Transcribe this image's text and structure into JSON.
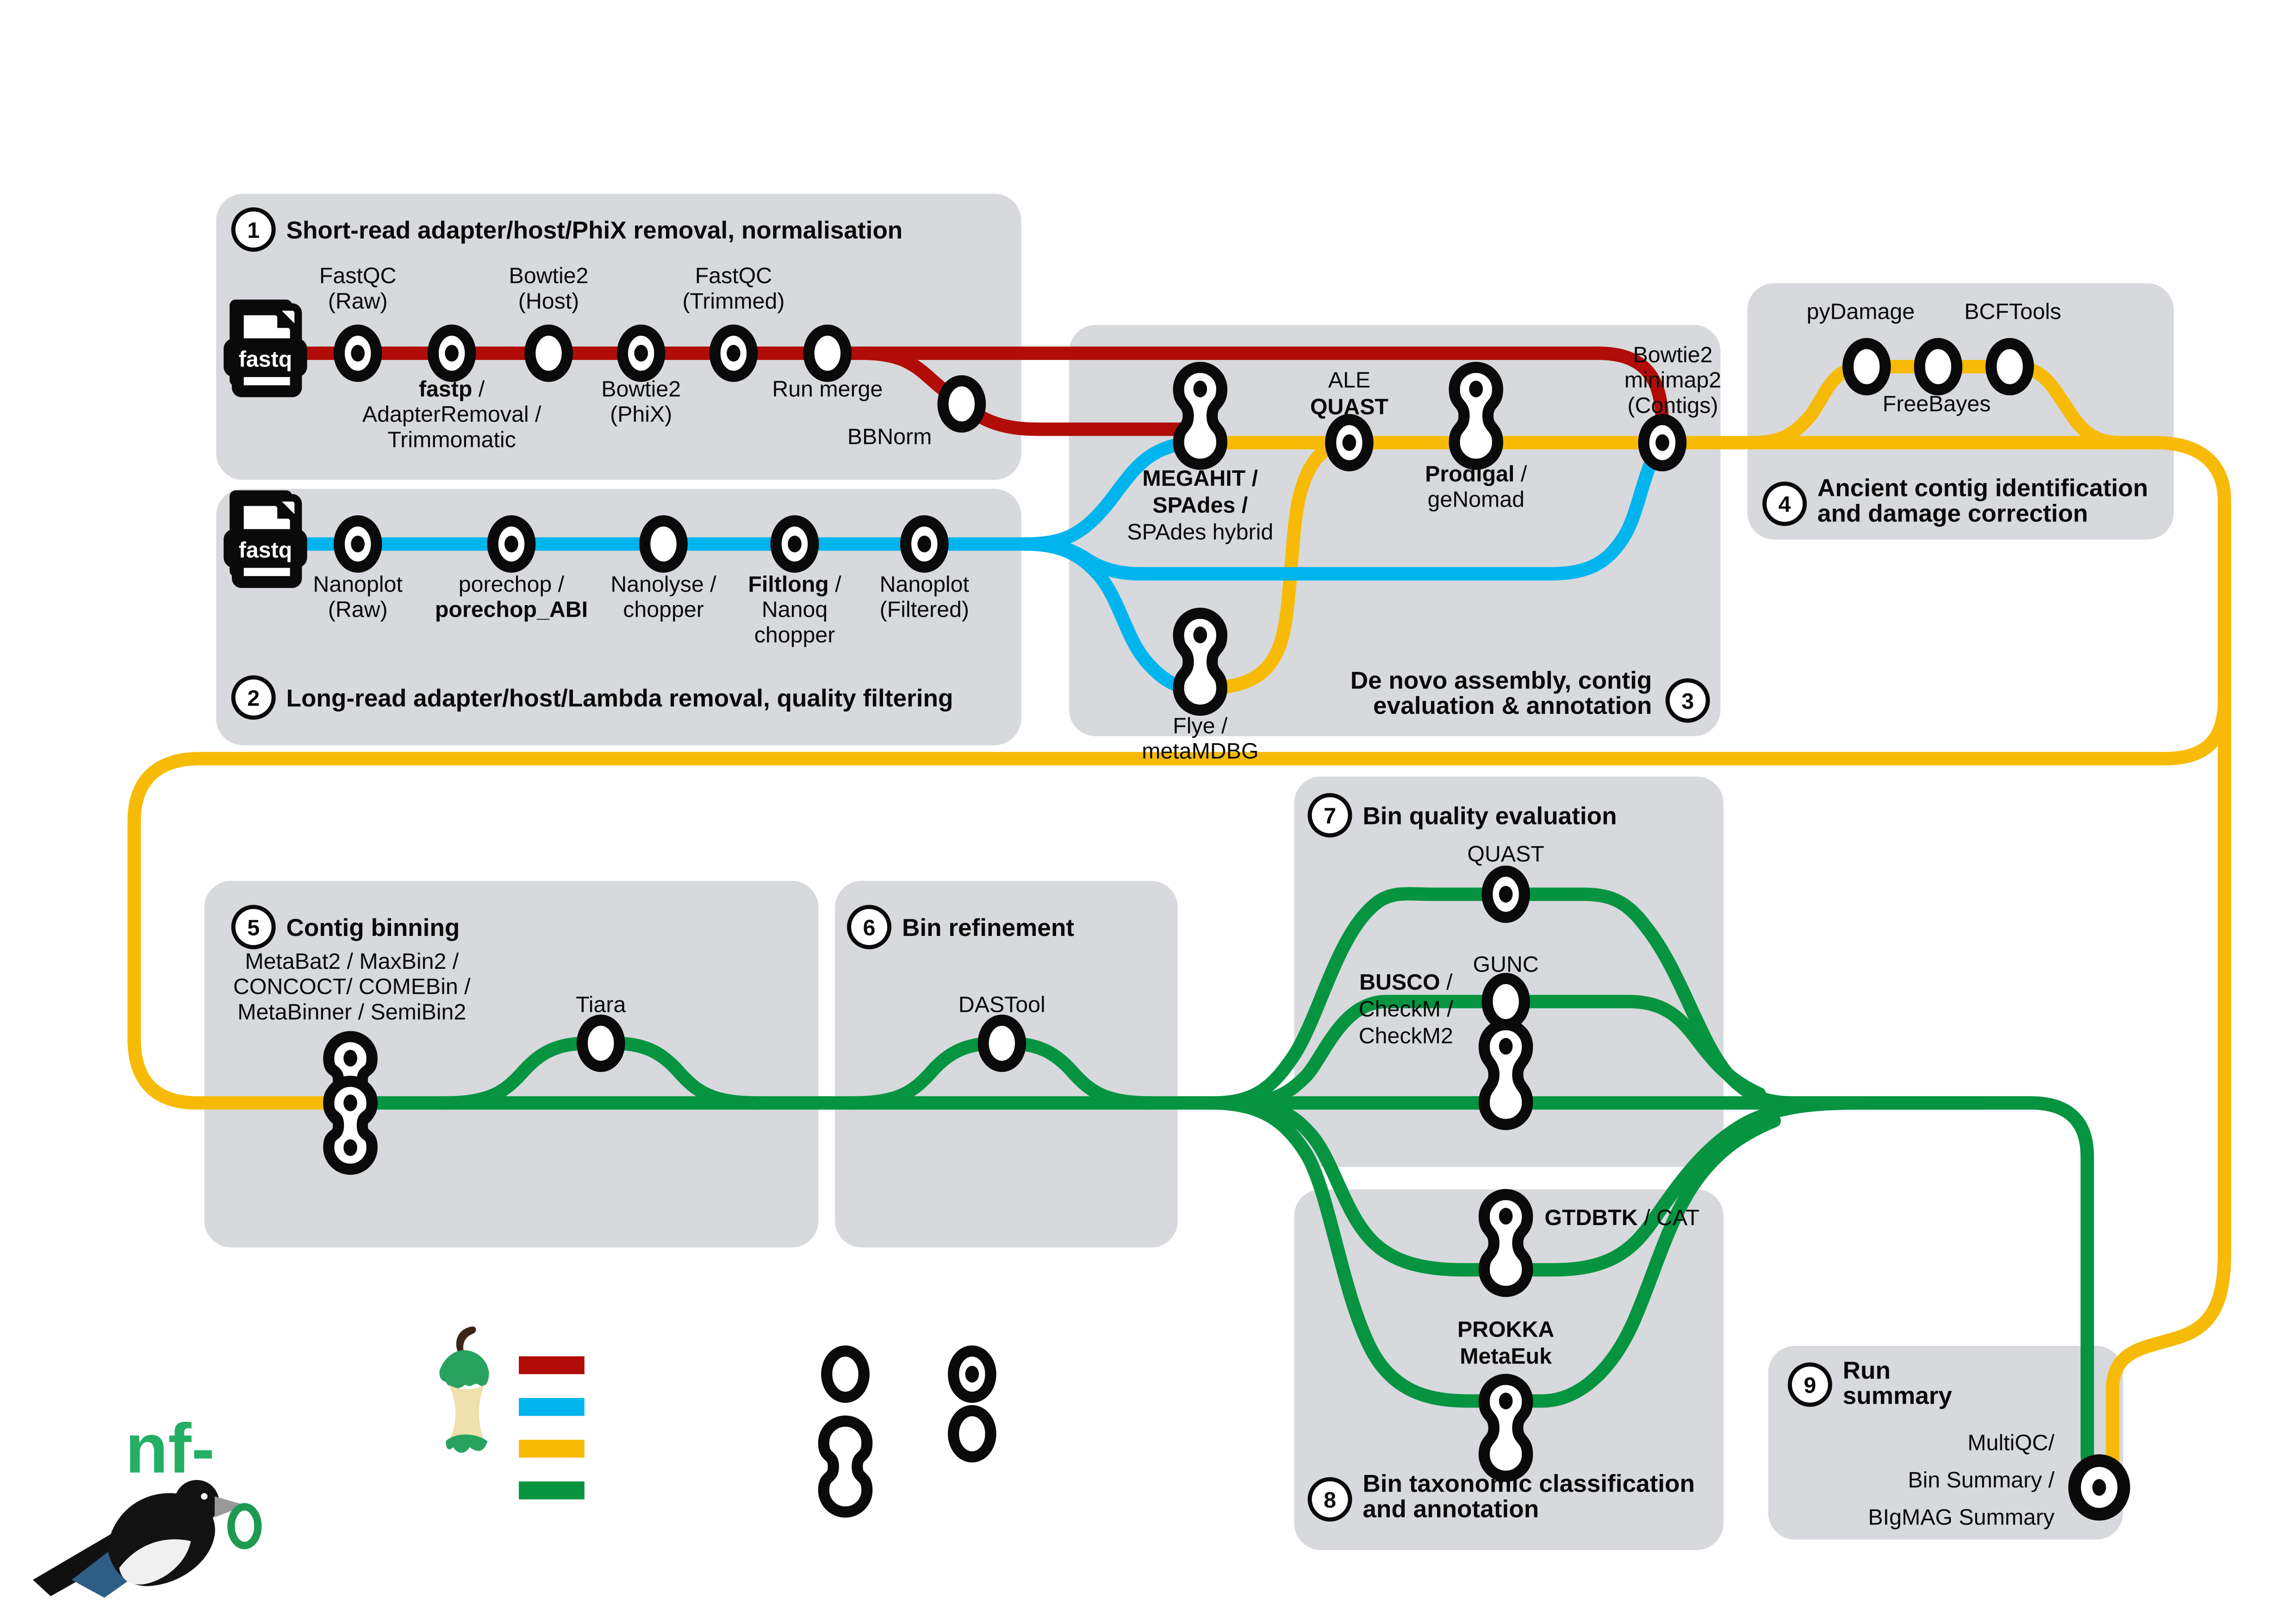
{
  "brand": {
    "logo_text": "nf-"
  },
  "colors": {
    "short_read_line": "#b10c08",
    "long_read_line": "#00b5ee",
    "contig_line": "#f7bb07",
    "bin_line": "#069441",
    "section_box": "#d7d9dc"
  },
  "file_input": {
    "label": "fastq"
  },
  "sections": {
    "s1": {
      "num": "1",
      "title": "Short-read adapter/host/PhiX removal, normalisation"
    },
    "s2": {
      "num": "2",
      "title": "Long-read adapter/host/Lambda removal, quality filtering"
    },
    "s3": {
      "num": "3",
      "title_line1": "De novo assembly, contig",
      "title_line2": "evaluation & annotation"
    },
    "s4": {
      "num": "4",
      "title_line1": "Ancient contig identification",
      "title_line2": "and damage correction"
    },
    "s5": {
      "num": "5",
      "title": "Contig binning"
    },
    "s6": {
      "num": "6",
      "title": "Bin refinement"
    },
    "s7": {
      "num": "7",
      "title": "Bin quality evaluation"
    },
    "s8": {
      "num": "8",
      "title_line1": "Bin taxonomic classification",
      "title_line2": "and annotation"
    },
    "s9": {
      "num": "9",
      "title_line1": "Run",
      "title_line2": "summary"
    }
  },
  "stations": {
    "fastqc_raw": {
      "line1": "FastQC",
      "line2": "(Raw)"
    },
    "fastp": {
      "bold": "fastp",
      "rest": " /",
      "line2": "AdapterRemoval /",
      "line3": "Trimmomatic"
    },
    "bowtie2_host": {
      "line1": "Bowtie2",
      "line2": "(Host)"
    },
    "bowtie2_phix": {
      "line1": "Bowtie2",
      "line2": "(PhiX)"
    },
    "fastqc_trimmed": {
      "line1": "FastQC",
      "line2": "(Trimmed)"
    },
    "run_merge": {
      "line1": "Run merge"
    },
    "bbnorm": {
      "line1": "BBNorm"
    },
    "nanoplot_raw": {
      "line1": "Nanoplot",
      "line2": "(Raw)"
    },
    "porechop": {
      "line1": "porechop /",
      "line2": "porechop_ABI"
    },
    "nanolyse": {
      "line1": "Nanolyse /",
      "line2": "chopper"
    },
    "filtlong": {
      "bold": "Filtlong",
      "rest": " /",
      "line2": "Nanoq",
      "line3": "chopper"
    },
    "nanoplot_filtered": {
      "line1": "Nanoplot",
      "line2": "(Filtered)"
    },
    "megahit_spades": {
      "line1": "MEGAHIT /",
      "line2": "SPAdes /",
      "line3": "SPAdes hybrid"
    },
    "flye_metamdbg": {
      "line1": "Flye /",
      "line2": "metaMDBG"
    },
    "ale_quast": {
      "line1": "ALE",
      "line2": "QUAST"
    },
    "prodigal_genomad": {
      "bold": "Prodigal",
      "rest": " /",
      "line2": "geNomad"
    },
    "bowtie2_contigs": {
      "line1": "Bowtie2",
      "line2": "minimap2",
      "line3": "(Contigs)"
    },
    "pydamage": {
      "line1": "pyDamage"
    },
    "freebayes": {
      "line1": "FreeBayes"
    },
    "bcftools": {
      "line1": "BCFTools"
    },
    "binners": {
      "line1": "MetaBat2 / MaxBin2 /",
      "line2": "CONCOCT/ COMEBin /",
      "line3": "MetaBinner / SemiBin2"
    },
    "tiara": {
      "line1": "Tiara"
    },
    "dastool": {
      "line1": "DASTool"
    },
    "quast": {
      "line1": "QUAST"
    },
    "gunc": {
      "line1": "GUNC"
    },
    "busco_checkm": {
      "bold": "BUSCO",
      "rest": " /",
      "line2": "CheckM /",
      "line3": "CheckM2"
    },
    "gtdbtk_cat": {
      "bold": "GTDBTK",
      "rest": " / CAT"
    },
    "prokka_metaeuk": {
      "line1": "PROKKA",
      "line2": "MetaEuk"
    },
    "run_summary": {
      "line1": "MultiQC/",
      "line2": "Bin Summary /",
      "line3": "BIgMAG Summary"
    }
  },
  "legend": {
    "swatches": [
      {
        "name": "short-read line",
        "color": "#b10c08"
      },
      {
        "name": "long-read line",
        "color": "#00b5ee"
      },
      {
        "name": "contig line",
        "color": "#f7bb07"
      },
      {
        "name": "bin line",
        "color": "#069441"
      }
    ]
  }
}
